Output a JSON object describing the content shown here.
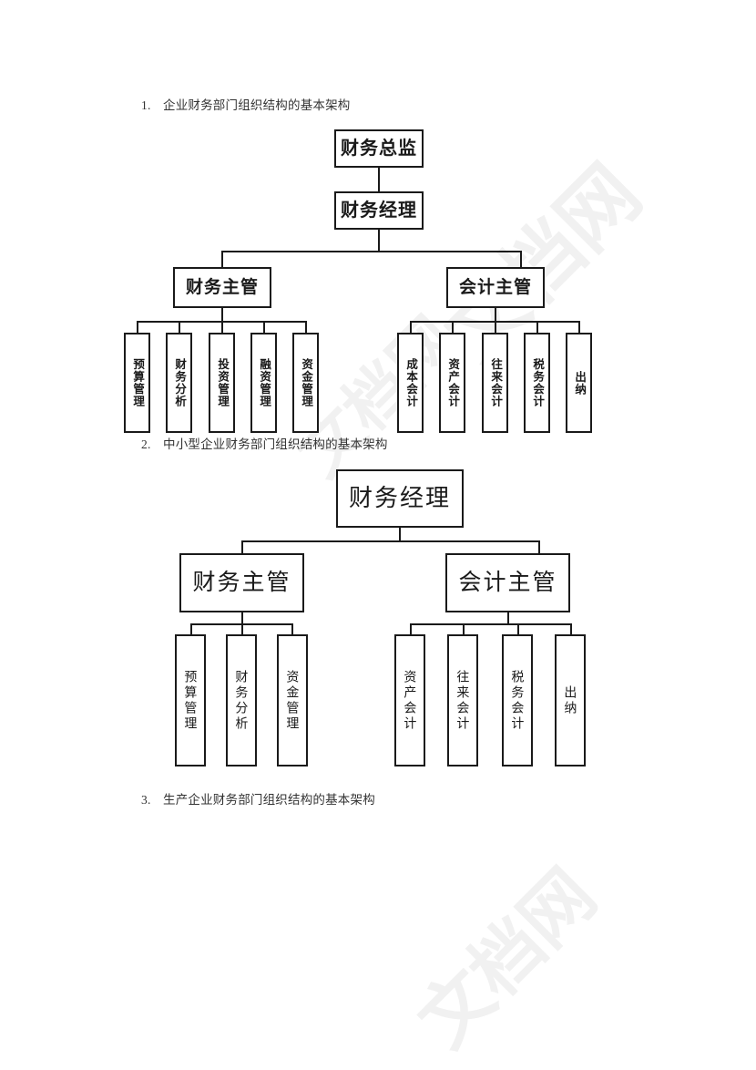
{
  "document": {
    "watermark_text": "文档网"
  },
  "sections": [
    {
      "number": "1.",
      "title": "企业财务部门组织结构的基本架构"
    },
    {
      "number": "2.",
      "title": "中小型企业财务部门组织结构的基本架构"
    },
    {
      "number": "3.",
      "title": "生产企业财务部门组织结构的基本架构"
    }
  ],
  "chart_data": [
    {
      "type": "diagram",
      "name": "企业财务部门组织结构的基本架构",
      "orientation": "top-down-tree",
      "levels": 4,
      "nodes": {
        "root": "财务总监",
        "second": "财务经理",
        "branch_left": "财务主管",
        "branch_right": "会计主管",
        "leaves_left": [
          "预算管理",
          "财务分析",
          "投资管理",
          "融资管理",
          "资金管理"
        ],
        "leaves_right": [
          "成本会计",
          "资产会计",
          "往来会计",
          "税务会计",
          "出纳"
        ]
      }
    },
    {
      "type": "diagram",
      "name": "中小型企业财务部门组织结构的基本架构",
      "orientation": "top-down-tree",
      "levels": 3,
      "nodes": {
        "root": "财务经理",
        "branch_left": "财务主管",
        "branch_right": "会计主管",
        "leaves_left": [
          "预算管理",
          "财务分析",
          "资金管理"
        ],
        "leaves_right": [
          "资产会计",
          "往来会计",
          "税务会计",
          "出纳"
        ]
      }
    }
  ],
  "colors": {
    "page_background": "#ffffff",
    "box_border": "#1a1a1a",
    "box_fill": "#ffffff",
    "heading_text": "#333333",
    "watermark": "#f1f1f1"
  }
}
